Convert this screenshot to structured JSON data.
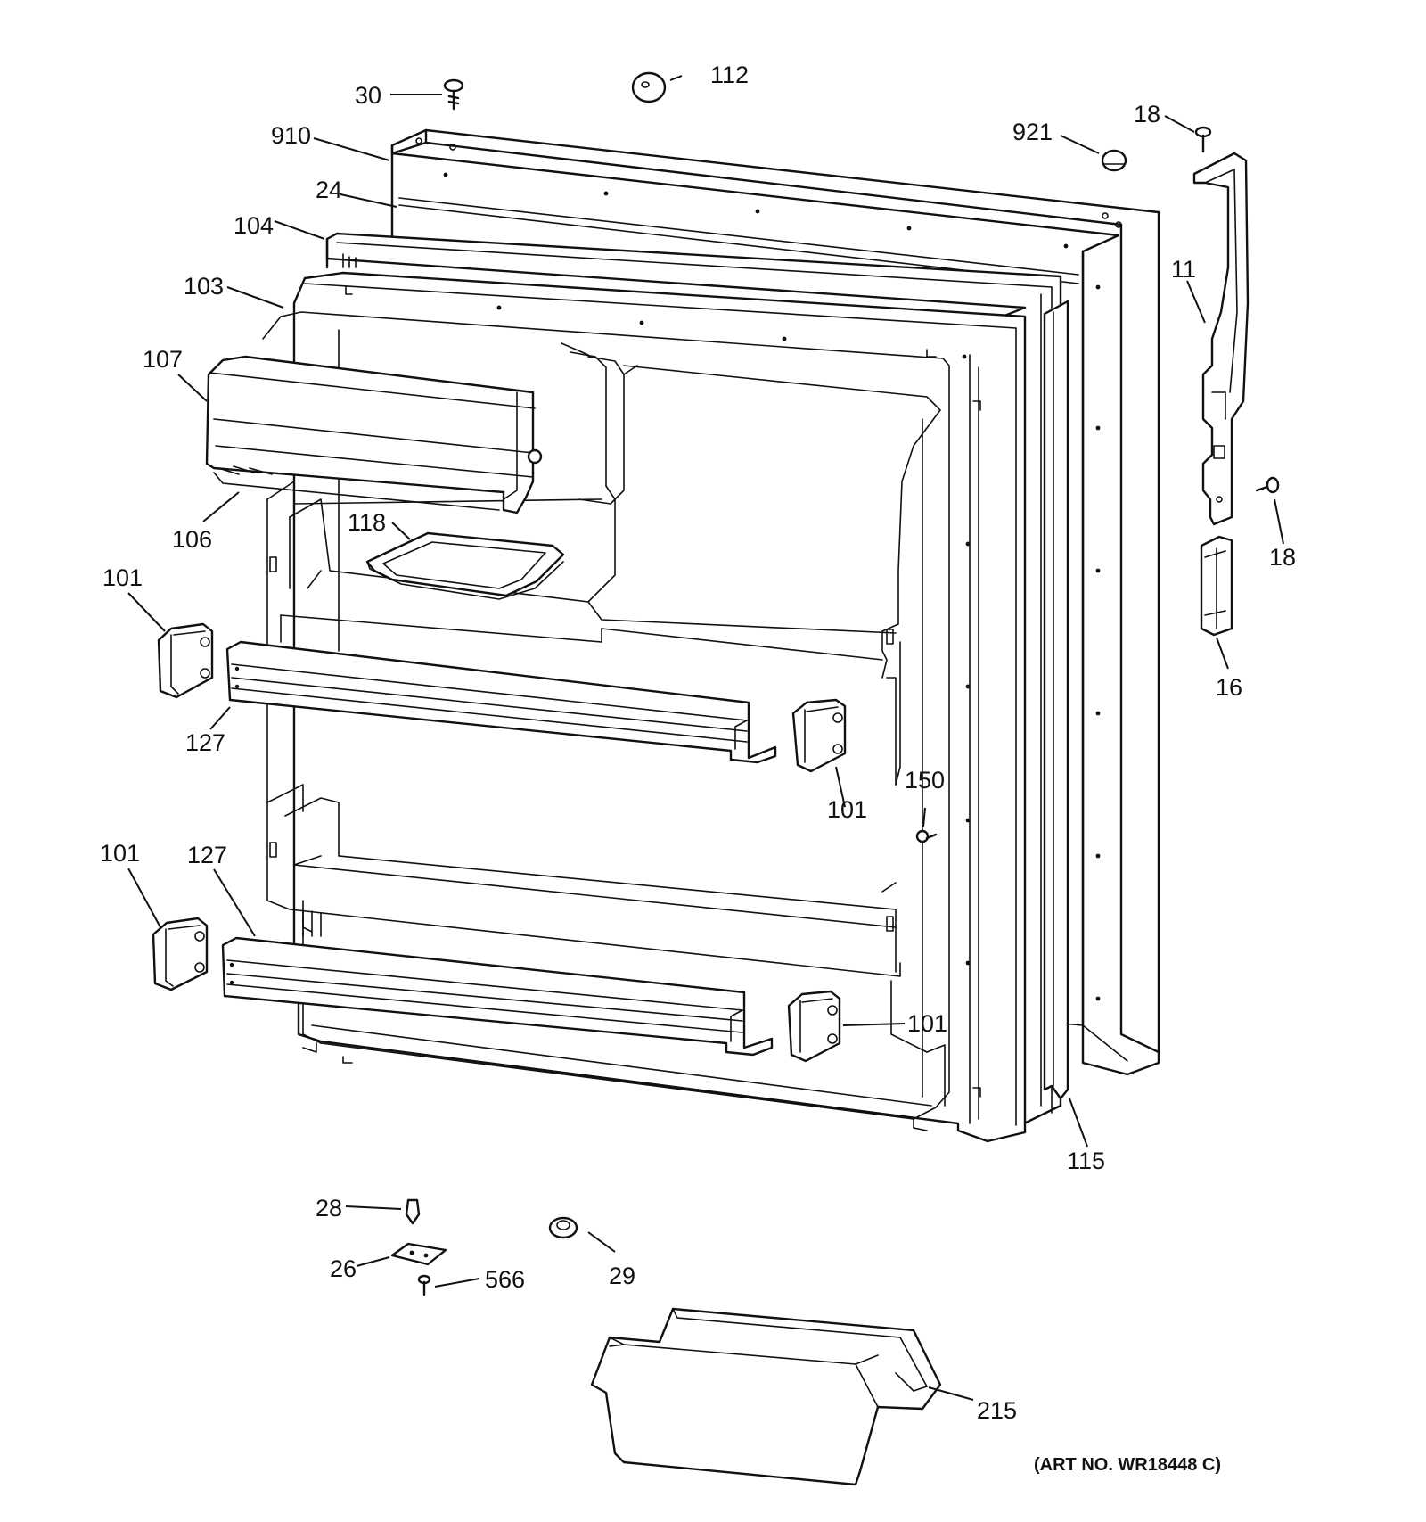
{
  "diagram": {
    "art_number": "(ART NO. WR18448 C)",
    "callouts": {
      "c30": "30",
      "c112": "112",
      "c910": "910",
      "c921": "921",
      "c18_top": "18",
      "c24": "24",
      "c104": "104",
      "c103": "103",
      "c11": "11",
      "c107": "107",
      "c106": "106",
      "c118": "118",
      "c18_right": "18",
      "c101_a": "101",
      "c16": "16",
      "c127_a": "127",
      "c150": "150",
      "c101_b": "101",
      "c101_c": "101",
      "c127_b": "127",
      "c101_d": "101",
      "c115": "115",
      "c28": "28",
      "c26": "26",
      "c566": "566",
      "c29": "29",
      "c215": "215"
    }
  }
}
